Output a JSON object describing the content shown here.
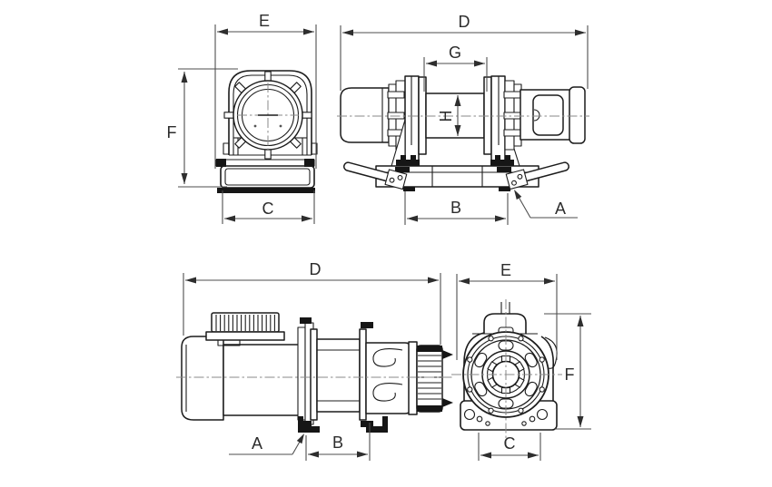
{
  "drawing": {
    "background": "#ffffff",
    "line_color": "#1c1c1c",
    "dim_color": "#4e4e4e",
    "views": {
      "top_front": {
        "dim_width_top": "E",
        "dim_height_left": "F",
        "dim_base_width": "C"
      },
      "top_side": {
        "dim_overall_length": "D",
        "dim_drum_length": "G",
        "dim_drum_diameter": "H",
        "dim_mount_span": "B",
        "dim_anchor_leader": "A"
      },
      "bottom_side": {
        "dim_overall_length": "D",
        "dim_foot_leader": "A",
        "dim_mount_span": "B"
      },
      "bottom_front": {
        "dim_width_top": "E",
        "dim_height_right": "F",
        "dim_base_width": "C"
      }
    }
  }
}
